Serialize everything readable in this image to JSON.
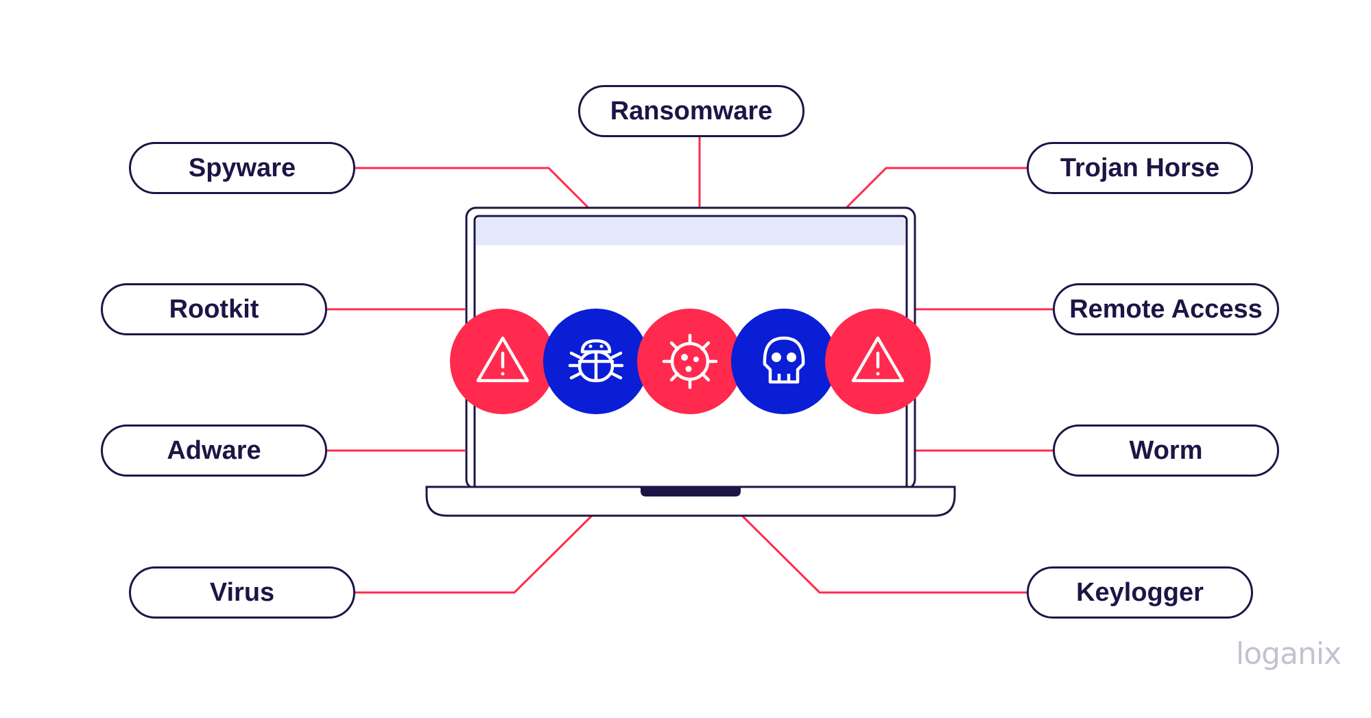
{
  "colors": {
    "outline": "#1d1545",
    "connector": "#ff2a4d",
    "red_circle": "#ff2a4d",
    "blue_circle": "#0a1ed6",
    "screen_bar": "#e4e8fb",
    "brand": "#c4c2cf"
  },
  "labels": {
    "ransomware": "Ransomware",
    "spyware": "Spyware",
    "trojan_horse": "Trojan Horse",
    "rootkit": "Rootkit",
    "remote_access": "Remote Access",
    "adware": "Adware",
    "worm": "Worm",
    "virus": "Virus",
    "keylogger": "Keylogger"
  },
  "icons": [
    {
      "name": "warning-icon",
      "color": "red"
    },
    {
      "name": "bug-icon",
      "color": "blue"
    },
    {
      "name": "virus-icon",
      "color": "red"
    },
    {
      "name": "skull-icon",
      "color": "blue"
    },
    {
      "name": "warning-icon",
      "color": "red"
    }
  ],
  "brand": "loganix"
}
